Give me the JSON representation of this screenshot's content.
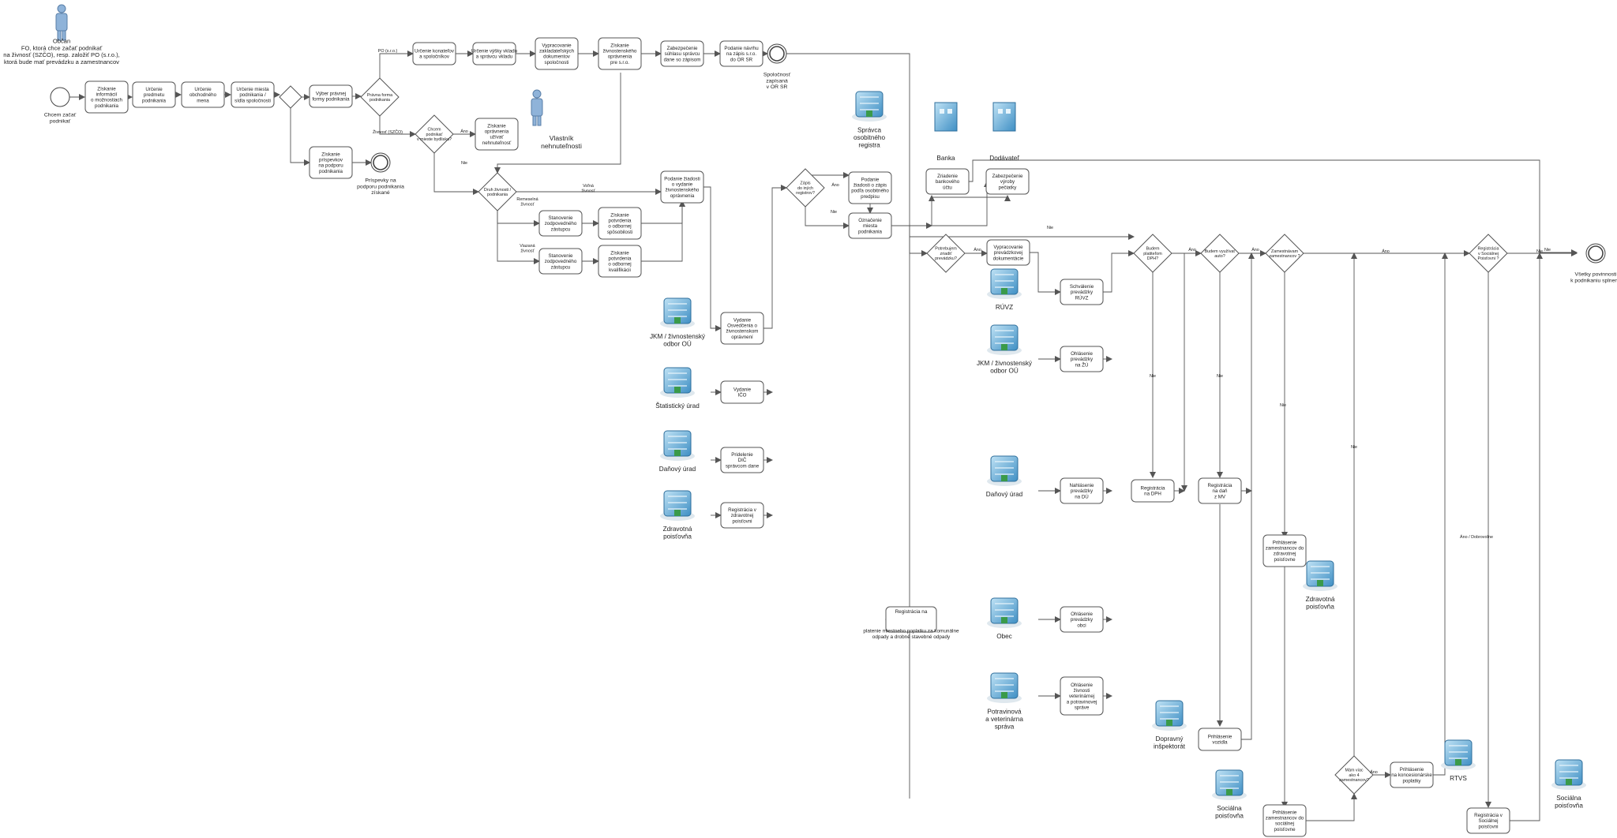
{
  "colors": {
    "stroke": "#555555",
    "task_fill": "#ffffff",
    "text": "#222222",
    "building": "#5aa7d6",
    "person": "#8fb3d9"
  },
  "actors": [
    {
      "id": "obcan",
      "lines": [
        "Občan",
        "FO, ktorá chce začať podnikať",
        "na živnosť (SZČO), resp. založiť PO (s.r.o.),",
        "ktorá bude mať prevádzku a zamestnancov"
      ]
    },
    {
      "id": "vlastnik",
      "lines": [
        "Vlastník",
        "nehnuteľnosti"
      ]
    }
  ],
  "buildings": [
    {
      "id": "b-sor",
      "lines": [
        "Správca",
        "osobitného",
        "registra"
      ]
    },
    {
      "id": "b-banka",
      "lines": [
        "Banka"
      ]
    },
    {
      "id": "b-dodavatel",
      "lines": [
        "Dodávateľ"
      ]
    },
    {
      "id": "b-jkm1",
      "lines": [
        "JKM / živnostenský",
        "odbor OÚ"
      ]
    },
    {
      "id": "b-stat",
      "lines": [
        "Štatistický úrad"
      ]
    },
    {
      "id": "b-dan1",
      "lines": [
        "Daňový úrad"
      ]
    },
    {
      "id": "b-zp1",
      "lines": [
        "Zdravotná",
        "poisťovňa"
      ]
    },
    {
      "id": "b-ruvz",
      "lines": [
        "RÚVZ"
      ]
    },
    {
      "id": "b-jkm2",
      "lines": [
        "JKM / živnostenský",
        "odbor OÚ"
      ]
    },
    {
      "id": "b-dan2",
      "lines": [
        "Daňový úrad"
      ]
    },
    {
      "id": "b-obec",
      "lines": [
        "Obec"
      ]
    },
    {
      "id": "b-potr",
      "lines": [
        "Potravinová",
        "a veterinárna",
        "správa"
      ]
    },
    {
      "id": "b-dopr",
      "lines": [
        "Dopravný",
        "inšpektorát"
      ]
    },
    {
      "id": "b-zp2",
      "lines": [
        "Zdravotná",
        "poisťovňa"
      ]
    },
    {
      "id": "b-rtvs",
      "lines": [
        "RTVS"
      ]
    },
    {
      "id": "b-sp1",
      "lines": [
        "Sociálna",
        "poisťovňa"
      ]
    },
    {
      "id": "b-sp2",
      "lines": [
        "Sociálna",
        "poisťovňa"
      ]
    }
  ],
  "events": [
    {
      "id": "start",
      "lines": [
        "Chcem začať",
        "podnikať"
      ]
    },
    {
      "id": "end-prispevky",
      "lines": [
        "Príspevky na",
        "podporu podnikania",
        "získané"
      ]
    },
    {
      "id": "end-spolocnost",
      "lines": [
        "Spoločnosť",
        "zapísaná",
        "v OR SR"
      ]
    },
    {
      "id": "end-final",
      "lines": [
        "Všetky povinnosti",
        "k podnikaniu splnené"
      ]
    }
  ],
  "tasks": [
    {
      "id": "t1",
      "lines": [
        "Získanie",
        "informácií",
        "o možnostiach",
        "podnikania"
      ]
    },
    {
      "id": "t2",
      "lines": [
        "Určenie",
        "predmetu",
        "podnikania"
      ]
    },
    {
      "id": "t3",
      "lines": [
        "Určenie",
        "obchodného",
        "mena"
      ]
    },
    {
      "id": "t4",
      "lines": [
        "Určenie miesta",
        "podnikania /",
        "sídla spoločnosti"
      ]
    },
    {
      "id": "t5",
      "lines": [
        "Výber právnej",
        "formy podnikania"
      ]
    },
    {
      "id": "t6",
      "lines": [
        "Získanie",
        "príspevkov",
        "na podporu",
        "podnikania"
      ]
    },
    {
      "id": "t7",
      "lines": [
        "Určenie konateľov",
        "a spoločníkov"
      ]
    },
    {
      "id": "t8",
      "lines": [
        "Určenie výšky vkladu",
        "a správcu vkladu"
      ]
    },
    {
      "id": "t9",
      "lines": [
        "Vypracovanie",
        "zakladateľských",
        "dokumentov",
        "spoločnosti"
      ]
    },
    {
      "id": "t10",
      "lines": [
        "Získanie",
        "živnostenského",
        "oprávnenia",
        "pre s.r.o."
      ]
    },
    {
      "id": "t11",
      "lines": [
        "Zabezpečenie",
        "súhlasu správcu",
        "dane so zápisom"
      ]
    },
    {
      "id": "t12",
      "lines": [
        "Podanie návrhu",
        "na zápis s.r.o.",
        "do OR SR"
      ]
    },
    {
      "id": "t13",
      "lines": [
        "Získanie",
        "oprávnenia",
        "užívať",
        "nehnuteľnosť"
      ]
    },
    {
      "id": "t14",
      "lines": [
        "Podanie žiadosti",
        "o vydanie",
        "živnostenského",
        "oprávnenia"
      ]
    },
    {
      "id": "t15",
      "lines": [
        "Stanovenie",
        "zodpovedného",
        "zástupcu"
      ]
    },
    {
      "id": "t16",
      "lines": [
        "Získanie",
        "potvrdenia",
        "o odbornej",
        "spôsobilosti"
      ]
    },
    {
      "id": "t17",
      "lines": [
        "Stanovenie",
        "zodpovedného",
        "zástupcu"
      ]
    },
    {
      "id": "t18",
      "lines": [
        "Získanie",
        "potvrdenia",
        "o odbornej",
        "kvalifikácii"
      ]
    },
    {
      "id": "t19",
      "lines": [
        "Vydanie",
        "Osvedčenia o",
        "živnostenskom",
        "oprávnení"
      ]
    },
    {
      "id": "t20",
      "lines": [
        "Vydanie",
        "IČO"
      ]
    },
    {
      "id": "t21",
      "lines": [
        "Pridelenie",
        "DIČ",
        "správcom dane"
      ]
    },
    {
      "id": "t22",
      "lines": [
        "Registrácia v",
        "zdravotnej",
        "poisťovni"
      ]
    },
    {
      "id": "t23",
      "lines": [
        "Podanie",
        "žiadosti o zápis",
        "podľa osobitného",
        "predpisu"
      ]
    },
    {
      "id": "t24",
      "lines": [
        "Označenie",
        "miesta",
        "podnikania"
      ]
    },
    {
      "id": "t25",
      "lines": [
        "Zriadenie",
        "bankového",
        "účtu"
      ]
    },
    {
      "id": "t26",
      "lines": [
        "Zabezpečenie",
        "výroby",
        "pečiatky"
      ]
    },
    {
      "id": "t27",
      "lines": [
        "Vypracovanie",
        "prevádzkovej",
        "dokumentácie"
      ]
    },
    {
      "id": "t28",
      "lines": [
        "Schválenie",
        "prevádzky",
        "RÚVZ"
      ]
    },
    {
      "id": "t29",
      "lines": [
        "Ohlásenie",
        "prevádzky",
        "na ŽÚ"
      ]
    },
    {
      "id": "t30",
      "lines": [
        "Nahlásenie",
        "prevádzky",
        "na DÚ"
      ]
    },
    {
      "id": "t31",
      "lines": [
        "Ohlásenie",
        "prevádzky",
        "obci"
      ]
    },
    {
      "id": "t32",
      "lines": [
        "Ohlásenie",
        "živnosti",
        "veterinárnej",
        "a potravinovej",
        "správe"
      ]
    },
    {
      "id": "t33",
      "lines": [
        "Registrácia",
        "na DPH"
      ]
    },
    {
      "id": "t34",
      "lines": [
        "Registrácia",
        "na daň",
        "z MV"
      ]
    },
    {
      "id": "t35",
      "lines": [
        "Prihlásenie",
        "vozidla"
      ]
    },
    {
      "id": "t36",
      "lines": [
        "Prihlásenie",
        "zamestnancov do",
        "zdravotnej",
        "poisťovne"
      ]
    },
    {
      "id": "t37",
      "lines": [
        "Prihlásenie",
        "zamestnancov do",
        "sociálnej",
        "poisťovne"
      ]
    },
    {
      "id": "t38",
      "lines": [
        "Prihlásenie",
        "na koncesionárske",
        "poplatky"
      ]
    },
    {
      "id": "t39",
      "lines": [
        "Registrácia v",
        "Sociálnej",
        "poisťovni"
      ]
    }
  ],
  "registration_task": {
    "id": "t40",
    "lines": [
      "Registrácia na",
      "platenie miestneho poplatku za komunálne",
      "odpady a drobné stavebné odpady"
    ]
  },
  "gateways": [
    {
      "id": "g1",
      "lines": []
    },
    {
      "id": "g2",
      "lines": [
        "Právna forma",
        "podnikania"
      ]
    },
    {
      "id": "g3",
      "lines": [
        "Chcem",
        "podnikať",
        "v mieste bydliska?"
      ]
    },
    {
      "id": "g4",
      "lines": [
        "Druh živnosti /",
        "podnikania"
      ]
    },
    {
      "id": "g5",
      "lines": [
        "Zápis",
        "do iných",
        "registrov?"
      ]
    },
    {
      "id": "g6",
      "lines": [
        "Potrebujem",
        "zriadiť",
        "prevádzku?"
      ]
    },
    {
      "id": "g7",
      "lines": [
        "Budem",
        "platiteľom",
        "DPH?"
      ]
    },
    {
      "id": "g8",
      "lines": [
        "Budem využívať",
        "auto?"
      ]
    },
    {
      "id": "g9",
      "lines": [
        "Zamestnávam",
        "zamestnancov ?"
      ]
    },
    {
      "id": "g10",
      "lines": [
        "Mám viac",
        "ako 4",
        "zamestnancov?"
      ]
    },
    {
      "id": "g11",
      "lines": [
        "Registrácia",
        "v Sociálnej",
        "Poisťovni ?"
      ]
    }
  ],
  "flow_labels": [
    {
      "id": "fl1",
      "text": "PO (s.r.o.)"
    },
    {
      "id": "fl2",
      "text": "Živnosť (SZČO)"
    },
    {
      "id": "fl3",
      "text": "Áno"
    },
    {
      "id": "fl4",
      "text": "Nie"
    },
    {
      "id": "fl5",
      "text": "Voľná",
      "text2": "živnosť"
    },
    {
      "id": "fl6",
      "text": "Remeselná",
      "text2": "živnosť"
    },
    {
      "id": "fl7",
      "text": "Viazaná",
      "text2": "živnosť"
    },
    {
      "id": "fl8",
      "text": "Áno"
    },
    {
      "id": "fl9",
      "text": "Nie"
    },
    {
      "id": "fl10",
      "text": "Nie"
    },
    {
      "id": "fl11",
      "text": "Áno"
    },
    {
      "id": "fl12",
      "text": "Nie"
    },
    {
      "id": "fl13",
      "text": "Áno"
    },
    {
      "id": "fl14",
      "text": "Nie"
    },
    {
      "id": "fl15",
      "text": "Áno"
    },
    {
      "id": "fl16",
      "text": "Nie"
    },
    {
      "id": "fl17",
      "text": "Áno"
    },
    {
      "id": "fl18",
      "text": "Nie"
    },
    {
      "id": "fl19",
      "text": "Nie"
    },
    {
      "id": "fl20",
      "text": "Áno"
    },
    {
      "id": "fl21",
      "text": "Áno / Dobrovoľne"
    },
    {
      "id": "fl22",
      "text": "Nie"
    }
  ]
}
